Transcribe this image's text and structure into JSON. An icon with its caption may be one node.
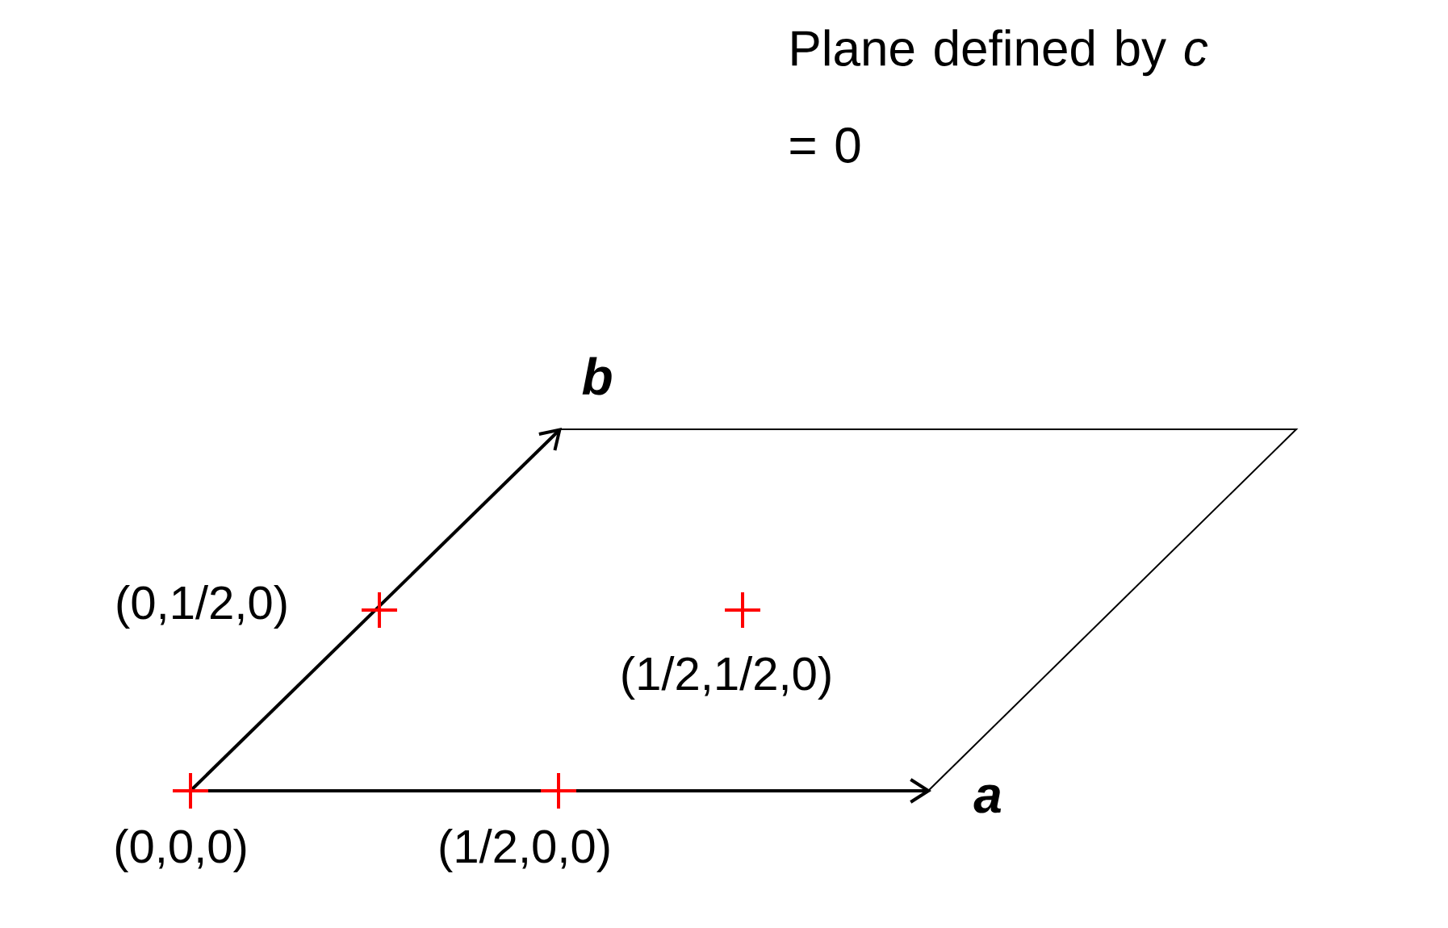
{
  "diagram": {
    "labels": [
      "Plane defined by *c* = 0",
      "b",
      "(0,1/2,0)",
      "(1/2,1/2,0)",
      "a",
      "(0,0,0)",
      "(1/2,0,0)"
    ]
  }
}
